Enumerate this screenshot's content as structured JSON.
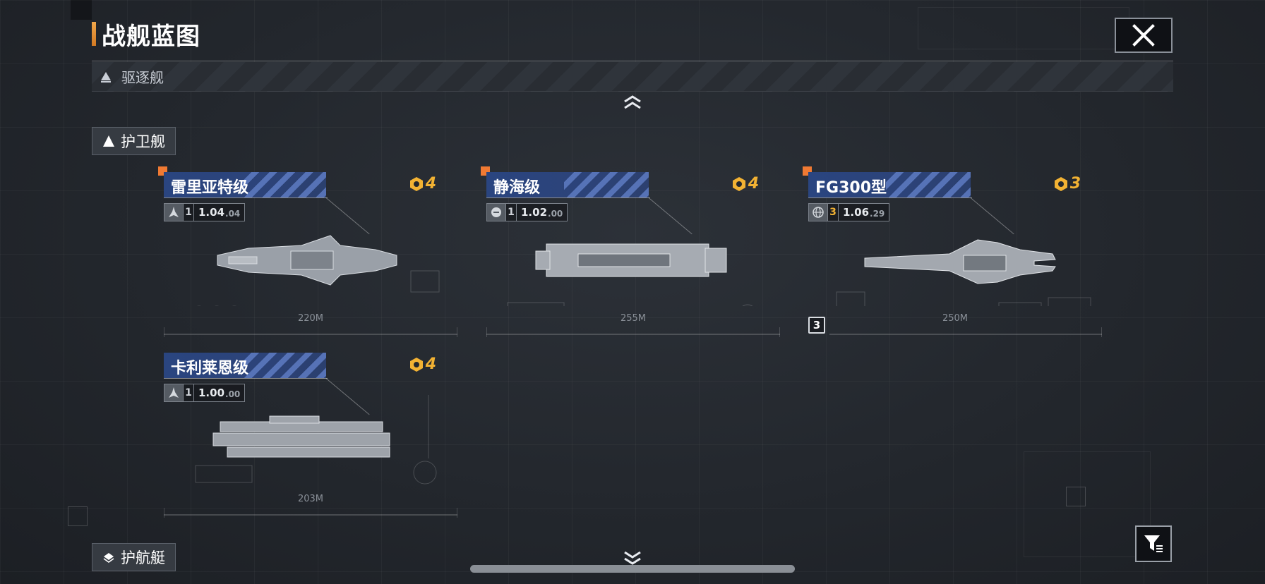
{
  "header": {
    "title": "战舰蓝图"
  },
  "destroyer_section": {
    "label": "驱逐舰"
  },
  "categories": {
    "frigate": "护卫舰",
    "escort": "护航艇"
  },
  "ships": [
    {
      "name": "雷里亚特级",
      "cost": "4",
      "stat_count": "1",
      "version": "1.04",
      "version_suffix": ".04",
      "length": "220M"
    },
    {
      "name": "静海级",
      "cost": "4",
      "stat_count": "1",
      "version": "1.02",
      "version_suffix": ".00",
      "length": "255M"
    },
    {
      "name": "FG300型",
      "cost": "3",
      "stat_count": "3",
      "version": "1.06",
      "version_suffix": ".29",
      "length": "250M",
      "badge": "3"
    },
    {
      "name": "卡利莱恩级",
      "cost": "4",
      "stat_count": "1",
      "version": "1.00",
      "version_suffix": ".00",
      "length": "203M"
    }
  ],
  "colors": {
    "accent_orange": "#f07a33",
    "cost_gold": "#f2b233",
    "name_bar_blue": "#2a4580"
  },
  "icons": [
    "close-icon",
    "triangle-up-icon",
    "chevron-up-icon",
    "chevron-down-icon",
    "hexagon-resource-icon",
    "ship-class-icon",
    "globe-icon",
    "filter-icon",
    "layers-icon"
  ]
}
